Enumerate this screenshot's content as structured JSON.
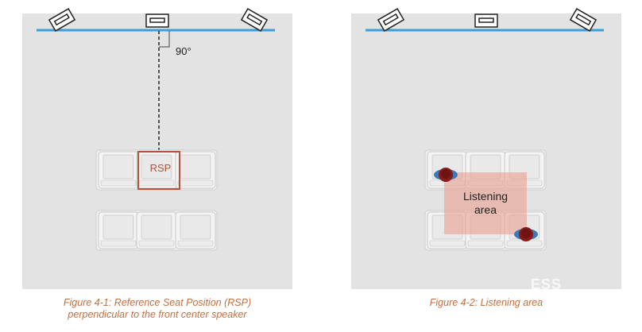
{
  "figure1": {
    "rsp_label": "RSP",
    "angle_label": "90°",
    "caption_line1": "Figure 4-1:  Reference Seat Position (RSP)",
    "caption_line2": "perpendicular to the front center speaker"
  },
  "figure2": {
    "area_line1": "Listening",
    "area_line2": "area",
    "caption": "Figure 4-2:  Listening area"
  },
  "colors": {
    "panel_bg": "#e3e3e3",
    "wall_line": "#3a9fdc",
    "caption_text": "#c0703f",
    "rsp_box": "#b5533a",
    "listening_area": "#e9a08f",
    "listener_head": "#8b1a1a",
    "listener_shoulders": "#3a7ab8"
  },
  "icons": [
    "speaker-icon",
    "sofa-seat-icon",
    "listener-icon"
  ],
  "watermark": "ESS"
}
